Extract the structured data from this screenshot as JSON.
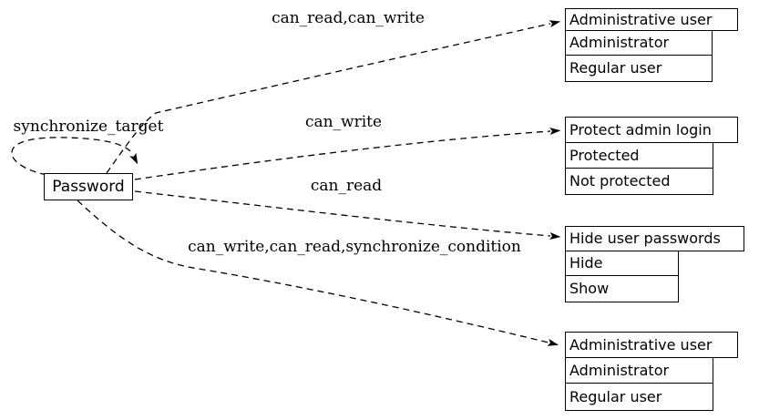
{
  "diagram": {
    "node": {
      "label": "Password"
    },
    "edge_labels": {
      "to_table1": "can_read,can_write",
      "to_table2": "can_write",
      "to_table3": "can_read",
      "to_table4": "can_write,can_read,synchronize_condition",
      "self_loop": "synchronize_target"
    },
    "tables": [
      {
        "header": "Administrative user",
        "rows": [
          "Administrator",
          "Regular user"
        ]
      },
      {
        "header": "Protect admin login",
        "rows": [
          "Protected",
          "Not protected"
        ]
      },
      {
        "header": "Hide user passwords",
        "rows": [
          "Hide",
          "Show"
        ]
      },
      {
        "header": "Administrative user",
        "rows": [
          "Administrator",
          "Regular user"
        ]
      }
    ],
    "colors": {
      "line": "#000000",
      "text": "#000000",
      "background": "#ffffff"
    }
  }
}
